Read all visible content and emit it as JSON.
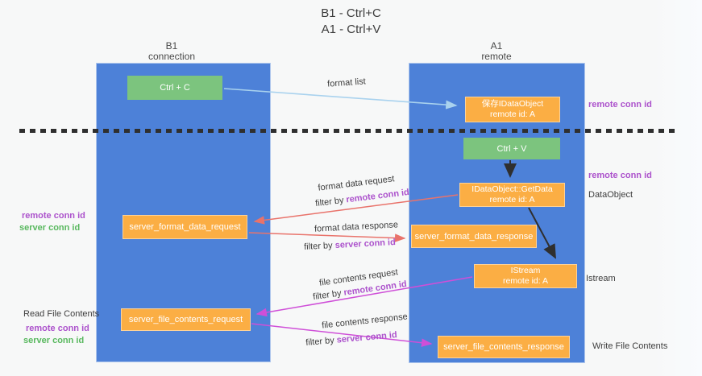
{
  "title": {
    "line1": "B1 - Ctrl+C",
    "line2": "A1 - Ctrl+V"
  },
  "lifelines": {
    "left": {
      "name": "B1",
      "role": "connection"
    },
    "right": {
      "name": "A1",
      "role": "remote"
    }
  },
  "boxes": {
    "ctrl_c": {
      "label": "Ctrl + C"
    },
    "ctrl_v": {
      "label": "Ctrl + V"
    },
    "save_idataobject": {
      "line1": "保存IDataObject",
      "line2": "remote id: A"
    },
    "idataobject_getdata": {
      "line1": "IDataObject::GetData",
      "line2": "remote id: A"
    },
    "istream": {
      "line1": "IStream",
      "line2": "remote id: A"
    },
    "server_format_data_request": {
      "label": "server_format_data_request"
    },
    "server_format_data_response": {
      "label": "server_format_data_response"
    },
    "server_file_contents_request": {
      "label": "server_file_contents_request"
    },
    "server_file_contents_response": {
      "label": "server_file_contents_response"
    }
  },
  "arrow_labels": {
    "format_list": "format list",
    "format_data_request": "format data request",
    "format_data_response": "format data response",
    "file_contents_request": "file contents request",
    "file_contents_response": "file contents response",
    "filter_by": "filter by "
  },
  "ids": {
    "remote_conn_id": "remote conn id",
    "server_conn_id": "server conn id"
  },
  "side_labels": {
    "read_file_contents": "Read File Contents",
    "write_file_contents": "Write File Contents",
    "dataobject": "DataObject",
    "istream": "Istream"
  },
  "colors": {
    "lifeline_blue": "#4d81d8",
    "box_green": "#7cc47e",
    "box_orange": "#fbae44",
    "remote_conn_purple": "#ac52cc",
    "server_conn_green": "#58b85e",
    "arrow_salmon": "#e9736b",
    "arrow_magenta": "#cf4fd8",
    "arrow_lightblue": "#a9d2ee",
    "arrow_black": "#2f2f2f"
  }
}
